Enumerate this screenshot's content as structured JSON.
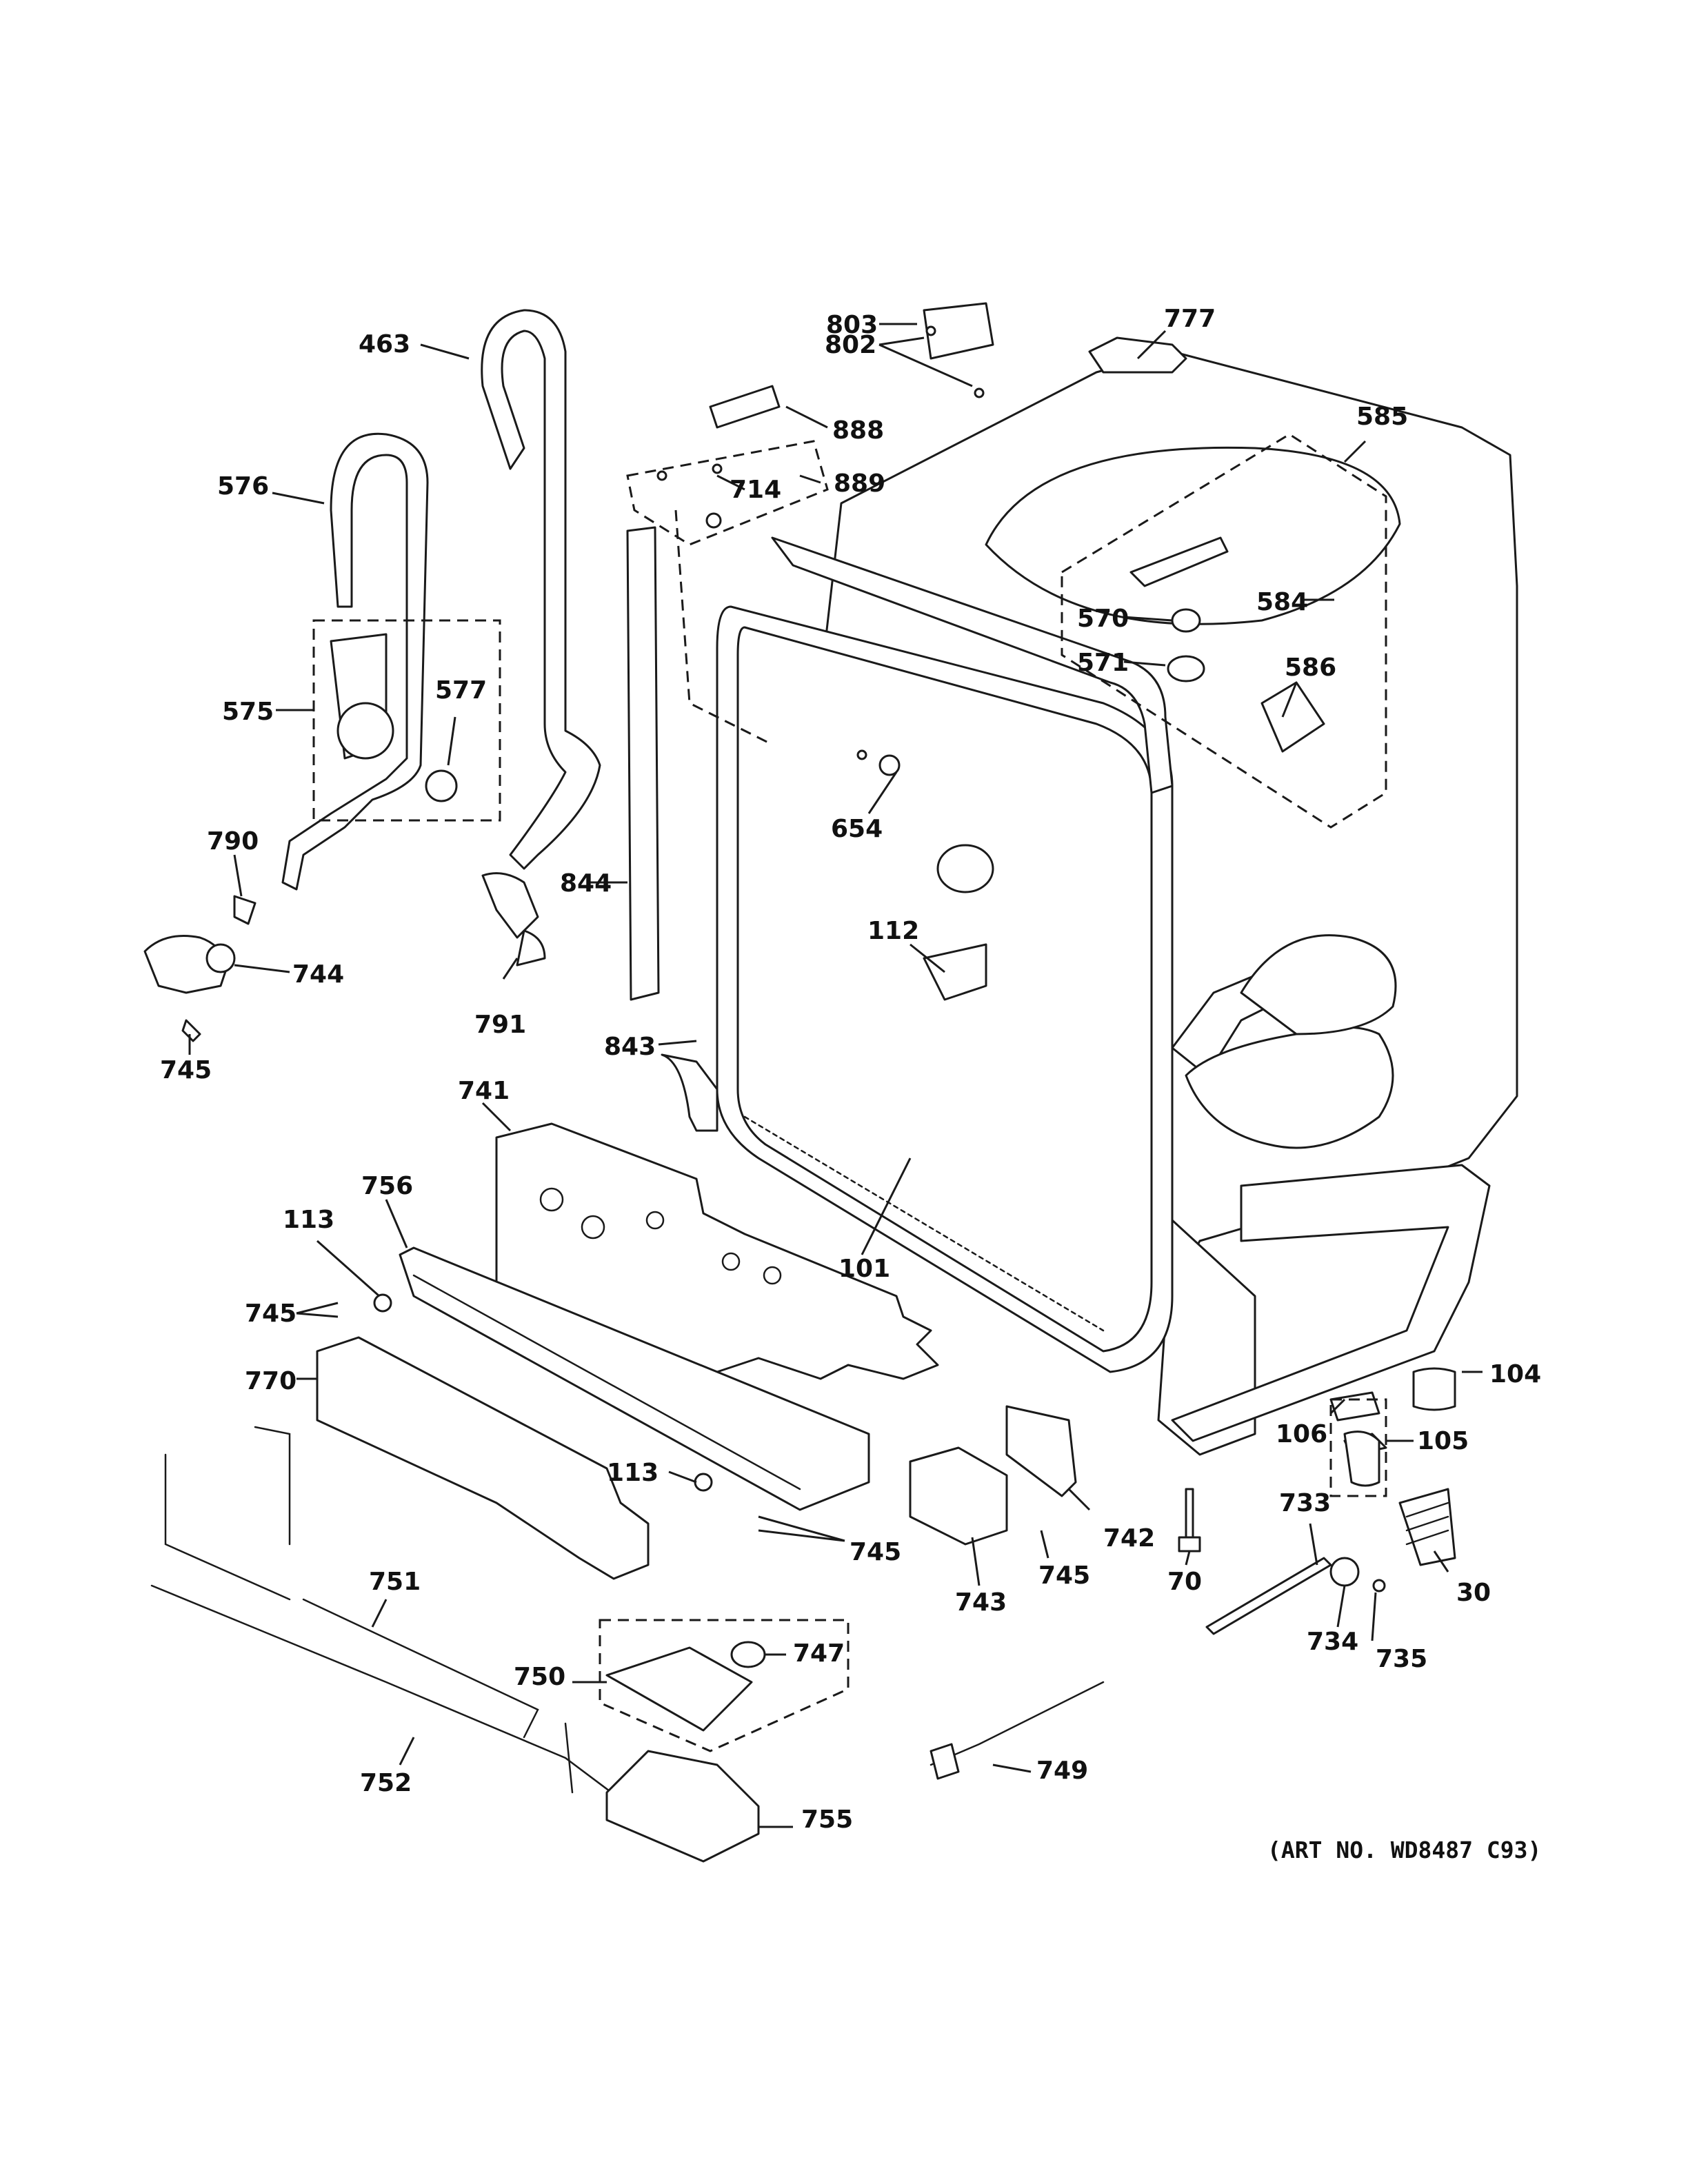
{
  "art_number": "(ART NO. WD8487 C93)",
  "labels": {
    "l803": "803",
    "l777": "777",
    "l802": "802",
    "l888": "888",
    "l585": "585",
    "l463": "463",
    "l714": "714",
    "l889": "889",
    "l576": "576",
    "l570": "570",
    "l584": "584",
    "l571": "571",
    "l586": "586",
    "l575": "575",
    "l577": "577",
    "l654": "654",
    "l790": "790",
    "l844": "844",
    "l112": "112",
    "l744": "744",
    "l791": "791",
    "l745a": "745",
    "l843": "843",
    "l741": "741",
    "l756": "756",
    "l113a": "113",
    "l101": "101",
    "l745b": "745",
    "l770": "770",
    "l104": "104",
    "l106": "106",
    "l105": "105",
    "l113b": "113",
    "l742": "742",
    "l733": "733",
    "l745c": "745",
    "l745d": "745",
    "l70": "70",
    "l30": "30",
    "l743": "743",
    "l751": "751",
    "l734": "734",
    "l735": "735",
    "l747": "747",
    "l750": "750",
    "l749": "749",
    "l752": "752",
    "l755": "755"
  }
}
